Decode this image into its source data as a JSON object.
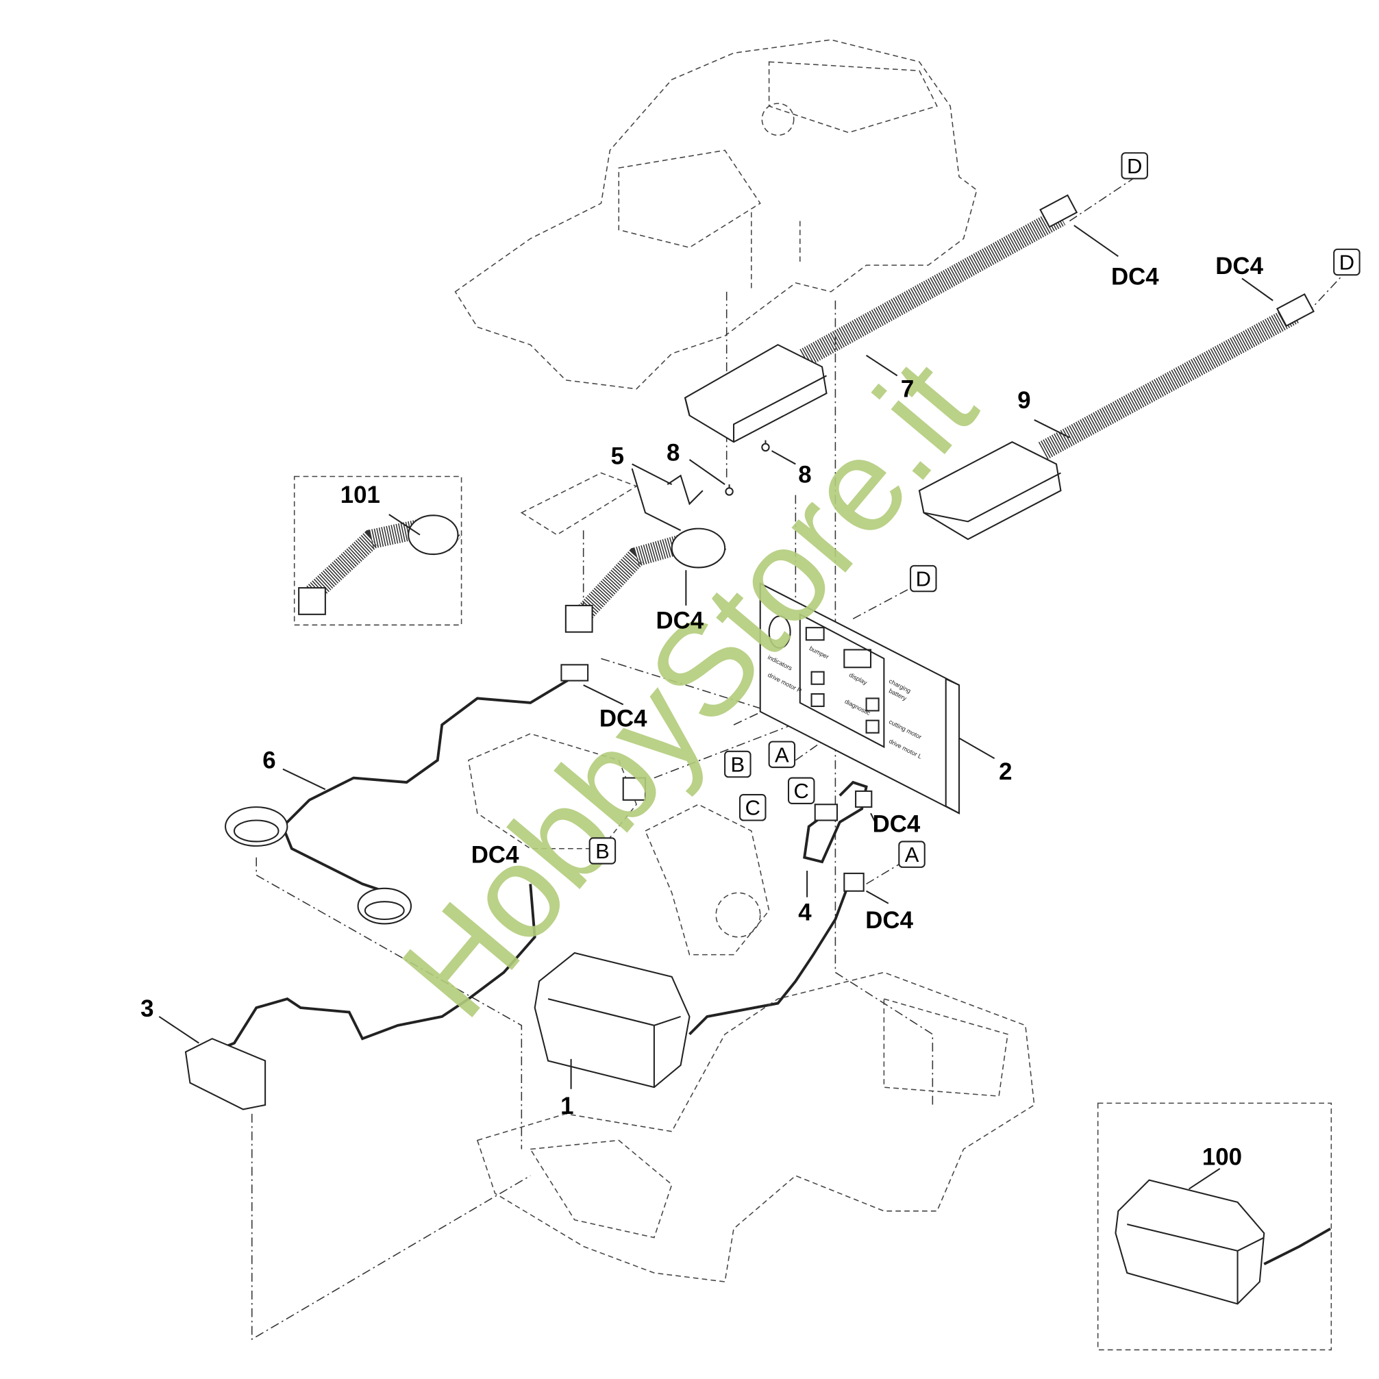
{
  "diagram": {
    "callouts": {
      "c1": "1",
      "c2": "2",
      "c3": "3",
      "c4": "4",
      "c5": "5",
      "c6": "6",
      "c7": "7",
      "c8a": "8",
      "c8b": "8",
      "c9": "9",
      "c100": "100",
      "c101": "101"
    },
    "connector_labels": [
      "DC4",
      "DC4",
      "DC4",
      "DC4",
      "DC4",
      "DC4",
      "DC4"
    ],
    "reference_boxes": {
      "D1": "D",
      "D2": "D",
      "D3": "D",
      "A1": "A",
      "A2": "A",
      "B1": "B",
      "B2": "B",
      "C1": "C",
      "C2": "C"
    },
    "board_labels": [
      "bumper",
      "indicators",
      "drive motor R",
      "display",
      "charging",
      "battery",
      "diagnostic",
      "cutting motor",
      "drive motor L"
    ],
    "watermark": "HobbyStore.it",
    "colors": {
      "watermark": "#b3cd7c",
      "line": "#222222"
    }
  }
}
